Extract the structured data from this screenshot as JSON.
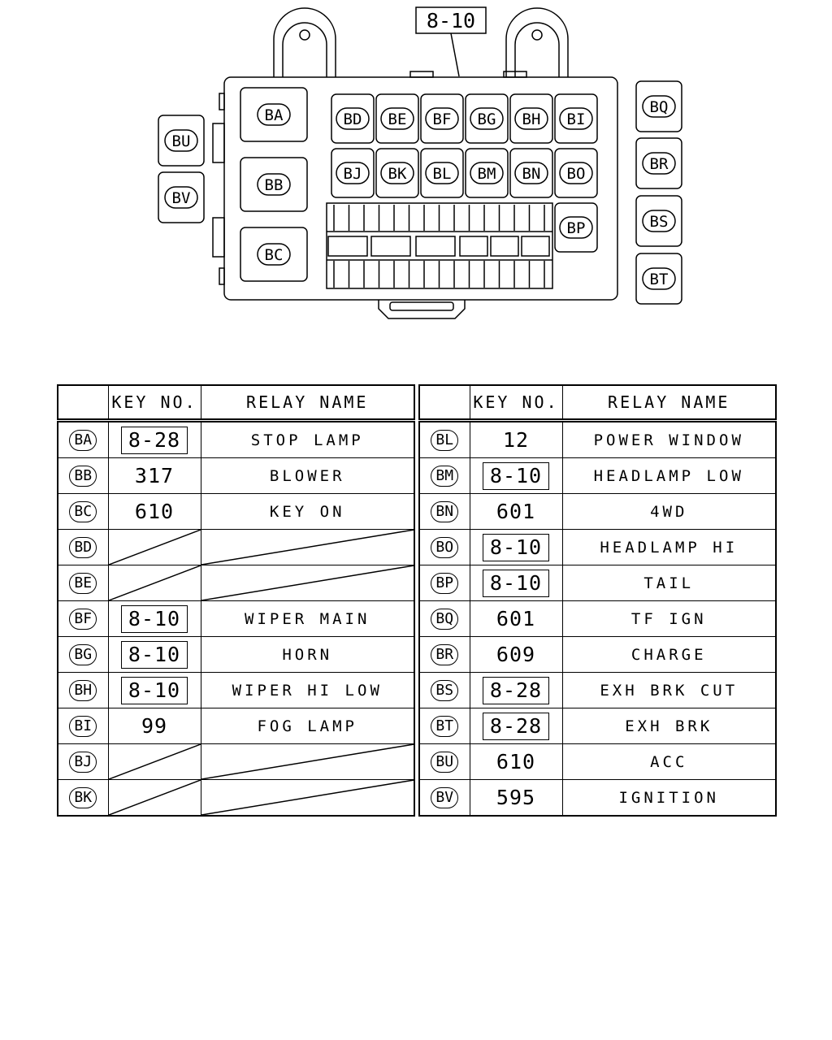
{
  "diagram": {
    "callout_key": "8-10",
    "relay_labels": [
      "BA",
      "BB",
      "BC",
      "BD",
      "BE",
      "BF",
      "BG",
      "BH",
      "BI",
      "BJ",
      "BK",
      "BL",
      "BM",
      "BN",
      "BO",
      "BP",
      "BQ",
      "BR",
      "BS",
      "BT",
      "BU",
      "BV"
    ]
  },
  "table": {
    "headers": {
      "code": "",
      "key": "KEY NO.",
      "relay": "RELAY NAME"
    },
    "left_rows": [
      {
        "code": "BA",
        "key": "8-28",
        "boxed": true,
        "relay": "STOP LAMP",
        "empty": false
      },
      {
        "code": "BB",
        "key": "317",
        "boxed": false,
        "relay": "BLOWER",
        "empty": false
      },
      {
        "code": "BC",
        "key": "610",
        "boxed": false,
        "relay": "KEY ON",
        "empty": false
      },
      {
        "code": "BD",
        "key": "",
        "boxed": false,
        "relay": "",
        "empty": true
      },
      {
        "code": "BE",
        "key": "",
        "boxed": false,
        "relay": "",
        "empty": true
      },
      {
        "code": "BF",
        "key": "8-10",
        "boxed": true,
        "relay": "WIPER MAIN",
        "empty": false
      },
      {
        "code": "BG",
        "key": "8-10",
        "boxed": true,
        "relay": "HORN",
        "empty": false
      },
      {
        "code": "BH",
        "key": "8-10",
        "boxed": true,
        "relay": "WIPER HI LOW",
        "empty": false
      },
      {
        "code": "BI",
        "key": "99",
        "boxed": false,
        "relay": "FOG LAMP",
        "empty": false
      },
      {
        "code": "BJ",
        "key": "",
        "boxed": false,
        "relay": "",
        "empty": true
      },
      {
        "code": "BK",
        "key": "",
        "boxed": false,
        "relay": "",
        "empty": true
      }
    ],
    "right_rows": [
      {
        "code": "BL",
        "key": "12",
        "boxed": false,
        "relay": "POWER WINDOW",
        "empty": false
      },
      {
        "code": "BM",
        "key": "8-10",
        "boxed": true,
        "relay": "HEADLAMP LOW",
        "empty": false
      },
      {
        "code": "BN",
        "key": "601",
        "boxed": false,
        "relay": "4WD",
        "empty": false
      },
      {
        "code": "BO",
        "key": "8-10",
        "boxed": true,
        "relay": "HEADLAMP HI",
        "empty": false
      },
      {
        "code": "BP",
        "key": "8-10",
        "boxed": true,
        "relay": "TAIL",
        "empty": false
      },
      {
        "code": "BQ",
        "key": "601",
        "boxed": false,
        "relay": "TF IGN",
        "empty": false
      },
      {
        "code": "BR",
        "key": "609",
        "boxed": false,
        "relay": "CHARGE",
        "empty": false
      },
      {
        "code": "BS",
        "key": "8-28",
        "boxed": true,
        "relay": "EXH BRK CUT",
        "empty": false
      },
      {
        "code": "BT",
        "key": "8-28",
        "boxed": true,
        "relay": "EXH BRK",
        "empty": false
      },
      {
        "code": "BU",
        "key": "610",
        "boxed": false,
        "relay": "ACC",
        "empty": false
      },
      {
        "code": "BV",
        "key": "595",
        "boxed": false,
        "relay": "IGNITION",
        "empty": false
      }
    ]
  }
}
